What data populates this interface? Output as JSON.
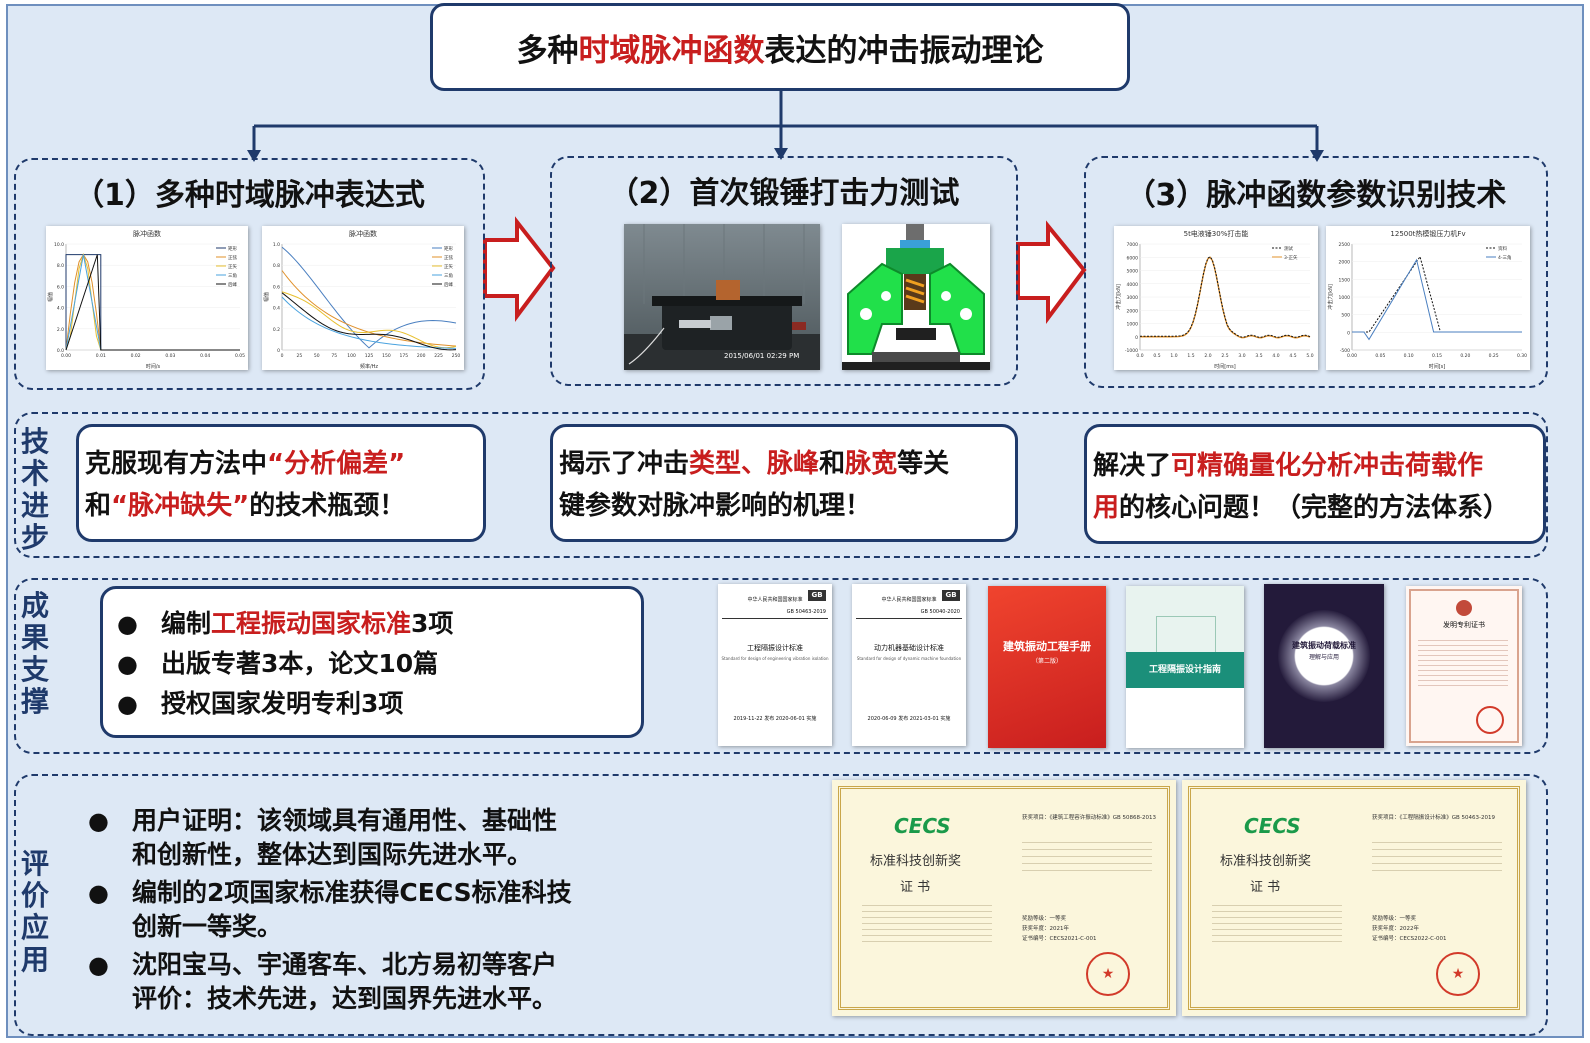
{
  "title": {
    "pre": "多种",
    "red": "时域脉冲函数",
    "post": "表达的冲击振动理论"
  },
  "sections": [
    {
      "label": "（1）多种时域脉冲表达式"
    },
    {
      "label": "（2）首次锻锤打击力测试"
    },
    {
      "label": "（3）脉冲函数参数识别技术"
    }
  ],
  "charts": {
    "c1": {
      "title": "脉冲函数",
      "xlabel": "时间/s",
      "ylabel": "幅值",
      "yticks": [
        "0.0",
        "2.0",
        "4.0",
        "6.0",
        "8.0",
        "10.0"
      ],
      "xticks": [
        "0.00",
        "0.01",
        "0.02",
        "0.03",
        "0.04",
        "0.05"
      ],
      "legend": [
        "矩形",
        "正弦",
        "正矢",
        "三角",
        "后峰"
      ]
    },
    "c2": {
      "title": "脉冲函数",
      "xlabel": "频率/Hz",
      "ylabel": "幅值",
      "yticks": [
        "0",
        "0.2",
        "0.4",
        "0.6",
        "0.8",
        "1.0"
      ],
      "xticks": [
        "0",
        "25",
        "50",
        "75",
        "100",
        "125",
        "150",
        "175",
        "200",
        "225",
        "250"
      ],
      "legend": [
        "矩形",
        "正弦",
        "正矢",
        "三角",
        "后峰"
      ]
    },
    "c3": {
      "title": "5t电液锤30%打击能",
      "xlabel": "时间[ms]",
      "ylabel": "冲击力[kN]",
      "yticks": [
        "-1000",
        "0",
        "1000",
        "2000",
        "3000",
        "4000",
        "5000",
        "6000",
        "7000"
      ],
      "xticks": [
        "0.0",
        "0.5",
        "1.0",
        "1.5",
        "2.0",
        "2.5",
        "3.0",
        "3.5",
        "4.0",
        "4.5",
        "5.0"
      ],
      "legend": [
        "测试",
        "3-正矢"
      ]
    },
    "c4": {
      "title": "12500t热模锻压力机Fv",
      "xlabel": "时间[s]",
      "ylabel": "冲击力[kN]",
      "yticks": [
        "-500",
        "0",
        "500",
        "1000",
        "1500",
        "2000",
        "2500"
      ],
      "xticks": [
        "0.00",
        "0.05",
        "0.10",
        "0.15",
        "0.20",
        "0.25",
        "0.30"
      ],
      "legend": [
        "资料",
        "4-三角"
      ]
    }
  },
  "photo_timestamp": "2015/06/01 02:29 PM",
  "side_labels": {
    "progress": "技术进步",
    "support": "成果支撑",
    "evaluation": "评价应用"
  },
  "progress": {
    "box1": {
      "l1a": "克服现有方法中",
      "l1b": "“分析偏差”",
      "l2a": "和",
      "l2b": "“脉冲缺失”",
      "l2c": "的技术瓶颈！"
    },
    "box2": {
      "l1a": "揭示了冲击",
      "l1b": "类型",
      "l1c": "、",
      "l1d": "脉峰",
      "l1e": "和",
      "l1f": "脉宽",
      "l1g": "等关",
      "l2": "键参数对脉冲影响的机理！"
    },
    "box3": {
      "l1a": "解决了",
      "l1b": "可精确量化分析冲击荷载作",
      "l2a": "用",
      "l2b": "的核心问题！（完整的方法体系）"
    }
  },
  "support": [
    {
      "bullet": "●",
      "pre": "编制",
      "red": "工程振动国家标准",
      "post": "3项"
    },
    {
      "bullet": "●",
      "pre": "出版专著3本，论文10篇",
      "red": "",
      "post": ""
    },
    {
      "bullet": "●",
      "pre": "授权国家发明专利3项",
      "red": "",
      "post": ""
    }
  ],
  "publications": [
    {
      "header": "中华人民共和国国家标准",
      "code": "GB 50463-2019",
      "name": "工程隔振设计标准",
      "en": "Standard for design of engineering vibration isolation",
      "date": "2019-11-22 发布   2020-06-01 实施"
    },
    {
      "header": "中华人民共和国国家标准",
      "code": "GB 50040-2020",
      "name": "动力机器基础设计标准",
      "en": "Standard for design of dynamic machine foundation",
      "date": "2020-06-09 发布   2021-03-01 实施"
    },
    {
      "name": "建筑振动工程手册",
      "sub": "（第二版）"
    },
    {
      "name": "工程隔振设计指南"
    },
    {
      "name": "建筑振动荷载标准",
      "sub": "理解与应用"
    },
    {
      "name": "发明专利证书"
    }
  ],
  "evaluation": [
    {
      "bullet": "●",
      "l1": "用户证明：该领域具有通用性、基础性",
      "l2": "和创新性，整体达到国际先进水平。"
    },
    {
      "bullet": "●",
      "l1": "编制的2项国家标准获得CECS标准科技",
      "l2": "创新一等奖。"
    },
    {
      "bullet": "●",
      "l1": "沈阳宝马、宇通客车、北方易初等客户",
      "l2": "评价：技术先进，达到国界先进水平。"
    }
  ],
  "certificates": [
    {
      "logo": "CECS",
      "award": "标准科技创新奖",
      "book": "证 书",
      "project": "获奖项目：《建筑工程容许振动标准》GB 50868-2013",
      "level": "奖励等级：一等奖",
      "year": "获奖年度：2021年",
      "cert_no": "证书编号：CECS2021-C-001"
    },
    {
      "logo": "CECS",
      "award": "标准科技创新奖",
      "book": "证 书",
      "project": "获奖项目：《工程隔振设计标准》GB 50463-2019",
      "level": "奖励等级：一等奖",
      "year": "获奖年度：2022年",
      "cert_no": "证书编号：CECS2022-C-001"
    }
  ]
}
